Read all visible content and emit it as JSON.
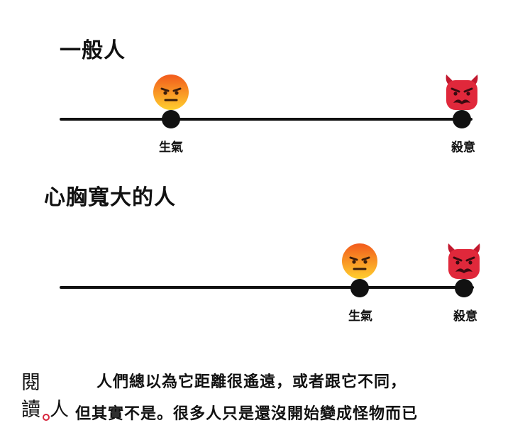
{
  "diagram": {
    "sections": [
      {
        "title": "一般人",
        "points": [
          {
            "label": "生氣",
            "emoji": "angry-face-icon"
          },
          {
            "label": "殺意",
            "emoji": "devil-face-icon"
          }
        ]
      },
      {
        "title": "心胸寬大的人",
        "points": [
          {
            "label": "生氣",
            "emoji": "angry-face-icon"
          },
          {
            "label": "殺意",
            "emoji": "devil-face-icon"
          }
        ]
      }
    ],
    "caption_line1": "人們總以為它距離很遙遠，或者跟它不同，",
    "caption_line2": "但其實不是。很多人只是還沒開始變成怪物而已",
    "logo": {
      "top": "閱",
      "bottom_left": "讀",
      "bottom_right": "人"
    },
    "colors": {
      "line": "#111111",
      "angry": "#f7931e",
      "devil": "#d7263d",
      "logo_dot": "#d7263d"
    }
  }
}
